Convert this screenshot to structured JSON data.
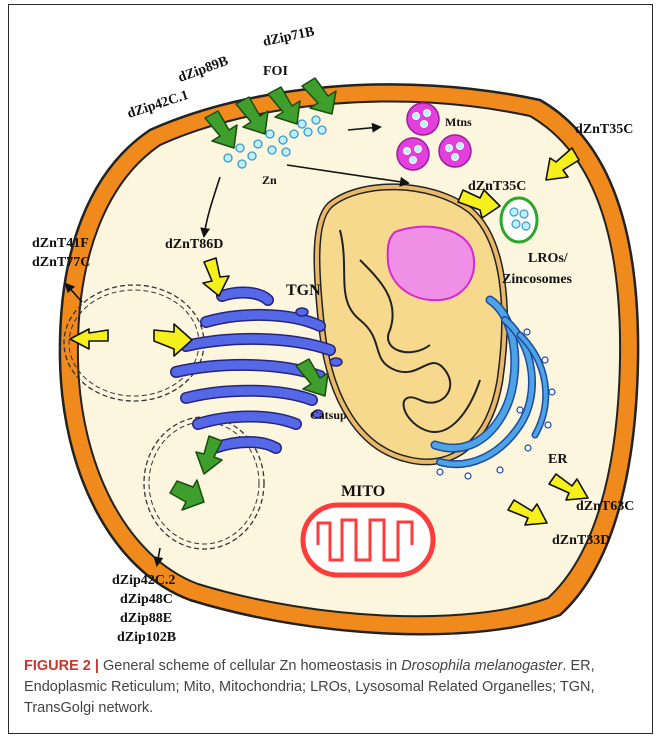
{
  "colors": {
    "membrane": "#f08a1d",
    "cytoplasm": "#fdf6df",
    "nucleus": "#f6d98c",
    "nucleolus": "#f08fe6",
    "golgi": "#5468e8",
    "er": "#4ea3e6",
    "mito_outer": "#ff3c3c",
    "importer_arrow": "#3f9f2c",
    "exporter_arrow": "#f5ef1c",
    "mtns": "#e23fdc",
    "lro": "#2aa82a",
    "caption_title": "#c8372d"
  },
  "labels": {
    "dzip71b": "dZip71B",
    "foi": "FOI",
    "dzip89b": "dZip89B",
    "dzip42c1": "dZip42C.1",
    "zn": "Zn",
    "mtns": "Mtns",
    "dznt35c_membrane": "dZnT35C",
    "dznt35c_lro": "dZnT35C",
    "lros_line1": "LROs/",
    "lros_line2": "Zincosomes",
    "dznt41f": "dZnT41F",
    "dznt77c": "dZnT77C",
    "dznt86d": "dZnT86D",
    "tgn": "TGN",
    "catsup": "Catsup",
    "er": "ER",
    "mito": "MITO",
    "dznt63c": "dZnT63C",
    "dznt33d": "dZnT33D",
    "dzip42c2": "dZip42C.2",
    "dzip48c": "dZip48C",
    "dzip88e": "dZip88E",
    "dzip102b": "dZip102B"
  },
  "caption": {
    "title": "FIGURE 2 |",
    "part1": " General scheme of cellular Zn homeostasis in ",
    "species": "Drosophila melanogaster",
    "part2": ". ER, Endoplasmic Reticulum; Mito, Mitochondria; LROs, Lysosomal Related Organelles; TGN, TransGolgi network."
  }
}
